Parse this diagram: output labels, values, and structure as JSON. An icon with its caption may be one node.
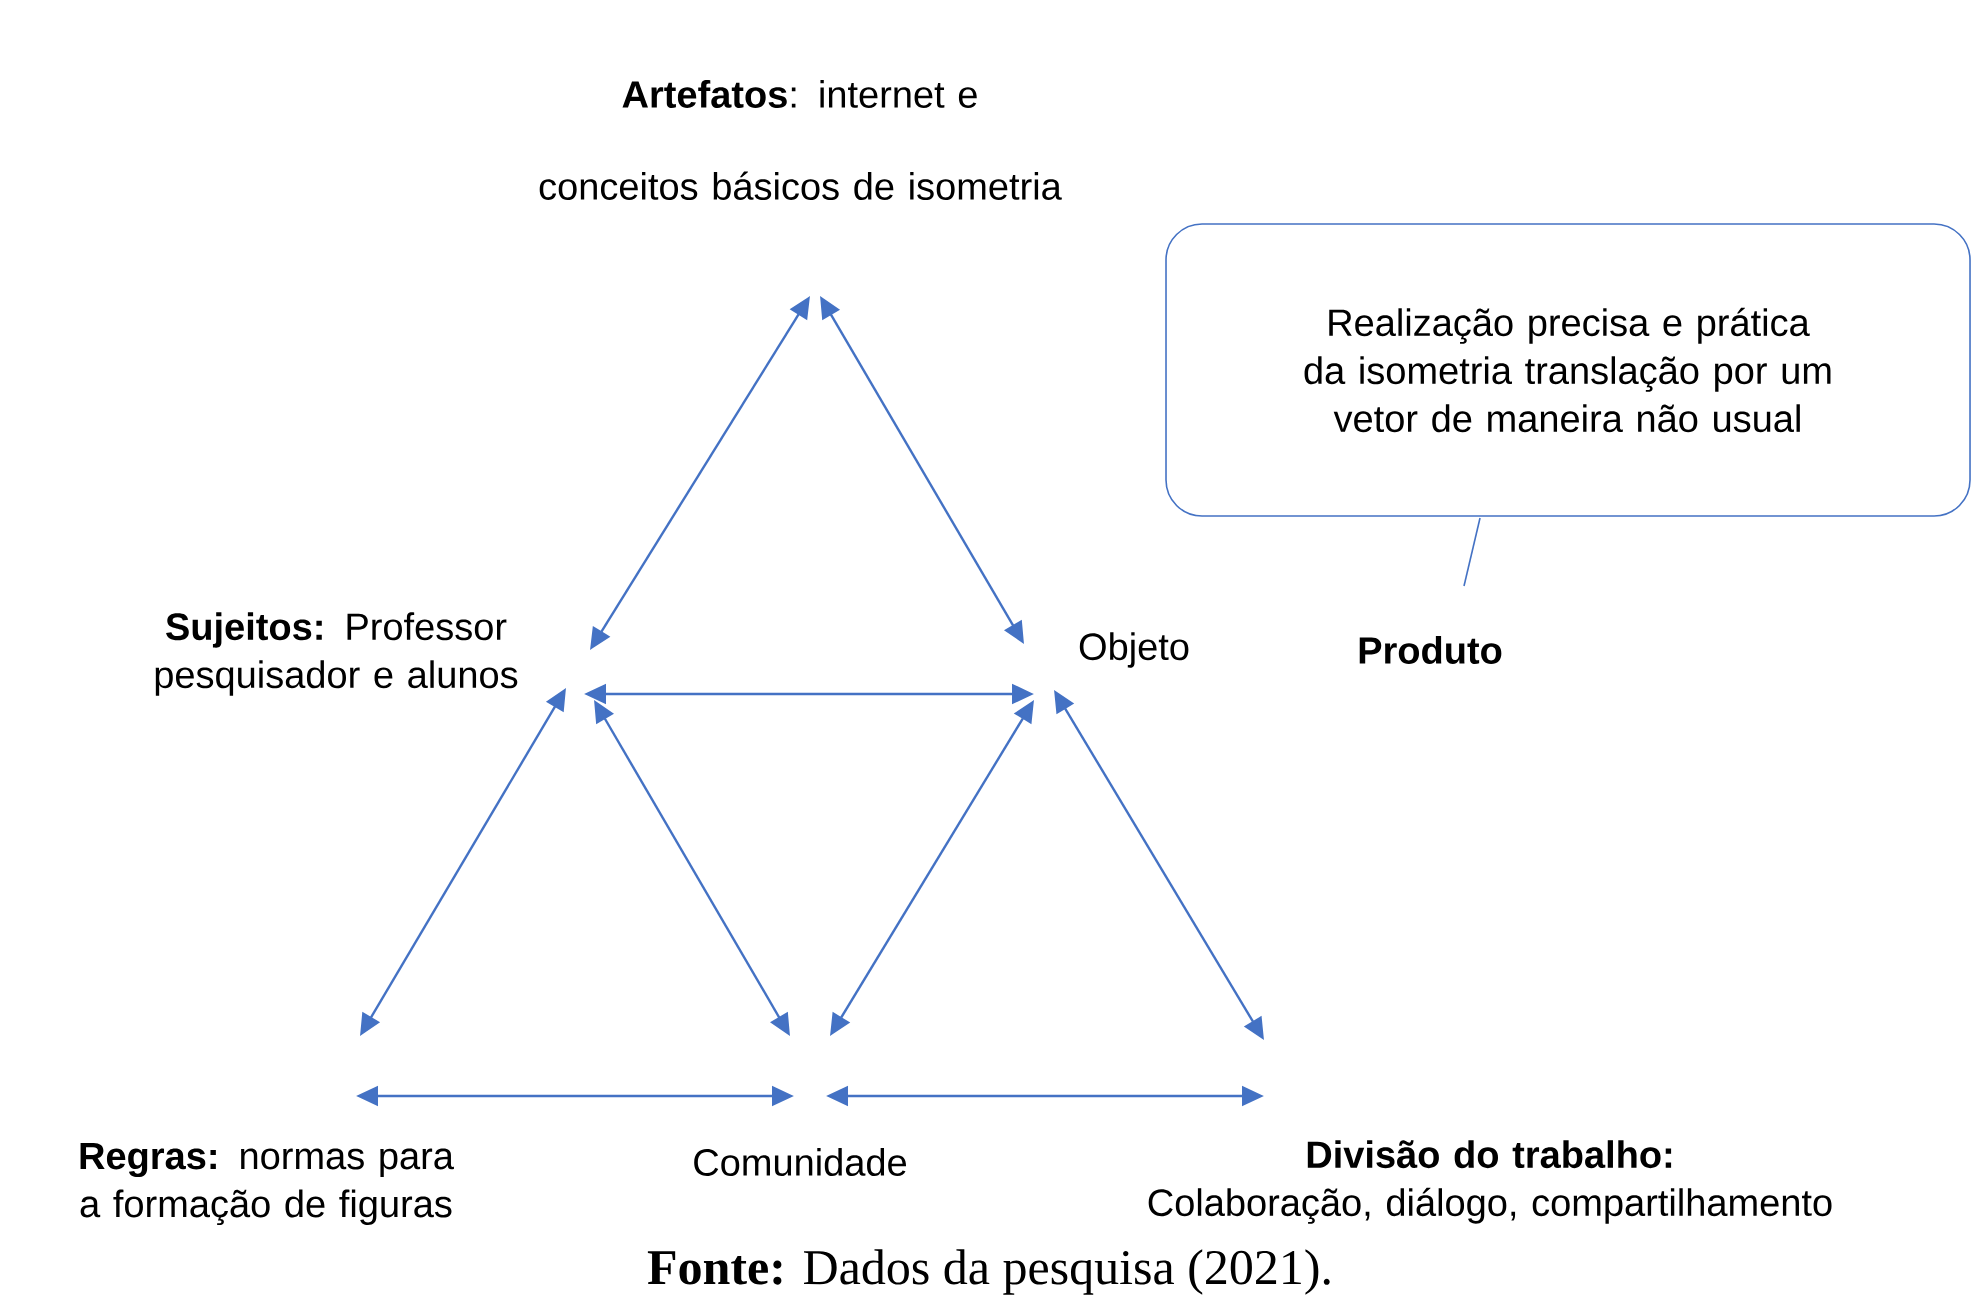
{
  "diagram": {
    "caption": "**Fonte:** Dados da pesquisa (2021).",
    "nodes": [
      {
        "text": [
          "**Artefatos**: internet e conceitos básicos de isometria"
        ]
      },
      {
        "text": [
          "**Sujeitos:** Professor pesquisador e alunos"
        ]
      },
      {
        "text": [
          "Objeto"
        ]
      },
      {
        "text": [
          "**Regras:** normas para a formação de figuras"
        ]
      },
      {
        "text": [
          "Comunidade"
        ]
      },
      {
        "text": [
          "Divisão do trabalho:",
          "Colaboração, diálogo, compartilhamento"
        ]
      },
      {
        "text": [
          "Realização precisa e prática da isometria translação por um vetor de maneira não usual"
        ]
      }
    ],
    "edges": [
      {
        "from": 0,
        "to": 1,
        "arrow": "both"
      },
      {
        "from": 0,
        "to": 2,
        "arrow": "both"
      },
      {
        "from": 1,
        "to": 2,
        "arrow": "both"
      },
      {
        "from": 1,
        "to": 3,
        "arrow": "both"
      },
      {
        "from": 1,
        "to": 4,
        "arrow": "both"
      },
      {
        "from": 2,
        "to": 4,
        "arrow": "both"
      },
      {
        "from": 2,
        "to": 5,
        "arrow": "both"
      },
      {
        "from": 3,
        "to": 4,
        "arrow": "both"
      },
      {
        "from": 4,
        "to": 5,
        "arrow": "both"
      }
    ],
    "labels": [
      "Produto"
    ]
  }
}
